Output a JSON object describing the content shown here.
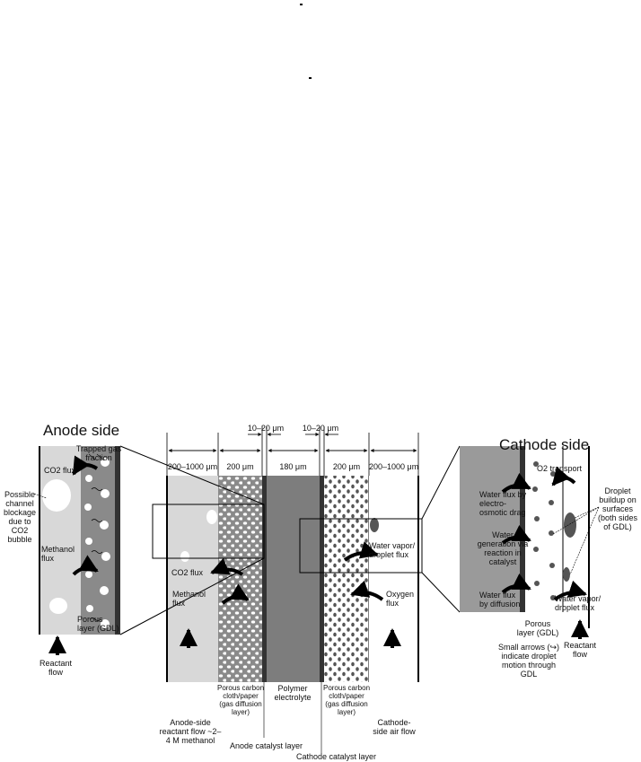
{
  "anode": {
    "title": "Anode side",
    "trapped_gas": "Trapped gas fraction",
    "co2_flux": "CO2 flux",
    "blockage": "Possible channel blockage due to CO2 bubble",
    "methanol_flux": "Methanol flux",
    "porous_layer": "Porous layer (GDL)",
    "reactant_flow": "Reactant flow"
  },
  "middle": {
    "dims": [
      "200–1000 μm",
      "200 μm",
      "180 μm",
      "200 μm",
      "200–1000 μm"
    ],
    "cl_dim_left": "10–20 μm",
    "cl_dim_right": "10–20 μm",
    "co2_flux": "CO2 flux",
    "methanol_flux": "Methanol flux",
    "water_vapor": "Water vapor/ droplet flux",
    "oxygen_flux": "Oxygen flux",
    "anode_gdl": "Porous carbon cloth/paper (gas diffusion layer)",
    "polymer": "Polymer electrolyte",
    "cathode_gdl": "Porous carbon cloth/paper (gas diffusion layer)",
    "anode_reactant": "Anode-side reactant flow ~2–4 M methanol",
    "cathode_air": "Cathode-side air flow",
    "anode_cl": "Anode catalyst layer",
    "cathode_cl": "Cathode catalyst layer"
  },
  "cathode": {
    "title": "Cathode side",
    "o2_transport": "O2 transport",
    "water_drag": "Water flux by electro- osmotic drag",
    "water_gen": "Water generation via reaction in catalyst",
    "water_diffusion": "Water flux by diffusion",
    "droplet_buildup": "Droplet buildup on surfaces (both sides of GDL)",
    "water_vapor": "Water vapor/ droplet flux",
    "porous_layer": "Porous layer (GDL)",
    "reactant_flow": "Reactant flow",
    "small_arrows": "Small arrows (↪) indicate droplet motion through GDL"
  },
  "colors": {
    "channel_light": "#d8d8d8",
    "gdl": "#8a8a8a",
    "membrane": "#7d7d7d",
    "cathode_fill": "#9a9a9a",
    "ink": "#111111"
  }
}
